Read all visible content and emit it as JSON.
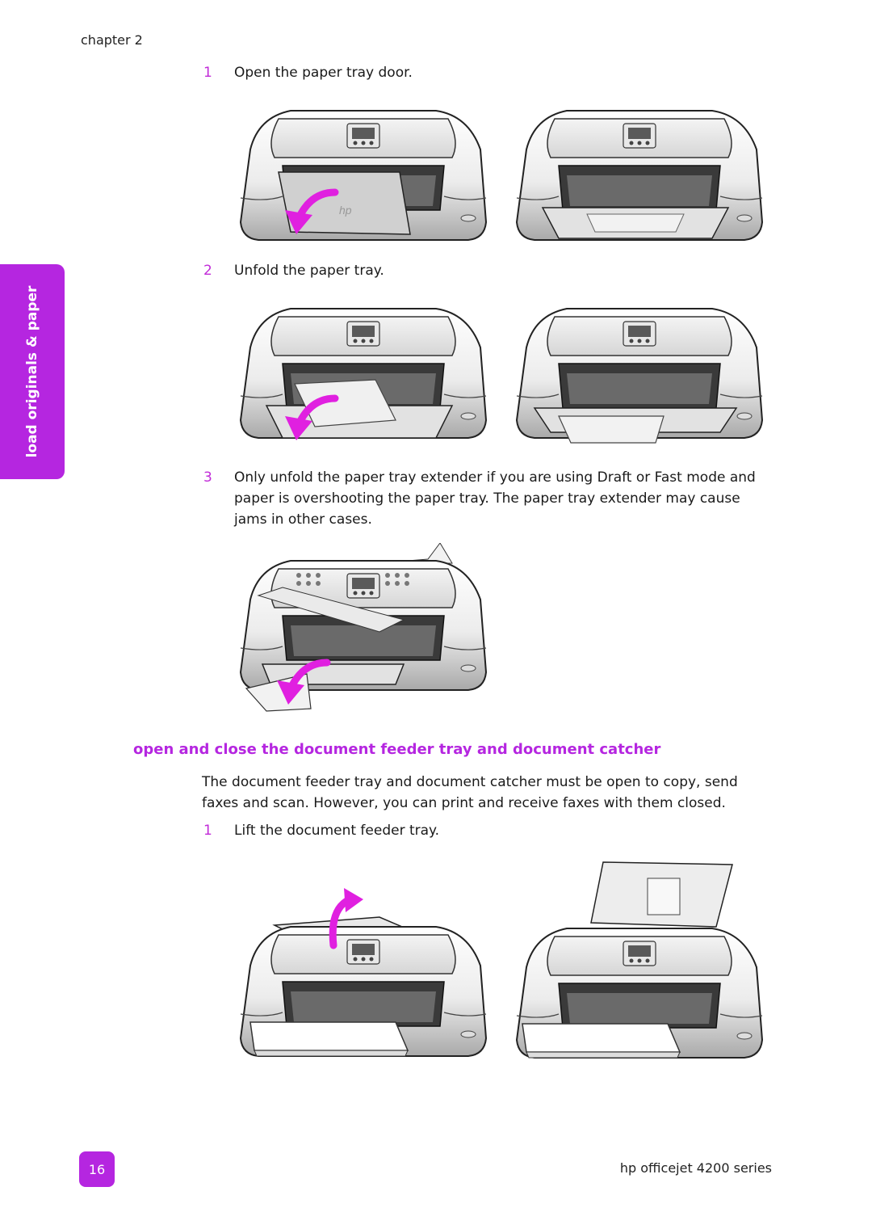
{
  "header": {
    "chapter": "chapter 2"
  },
  "side_tab": {
    "label": "load originals & paper"
  },
  "steps_a": [
    {
      "num": "1",
      "text": "Open the paper tray door."
    },
    {
      "num": "2",
      "text": "Unfold the paper tray."
    },
    {
      "num": "3",
      "text": "Only unfold the paper tray extender if you are using Draft or Fast mode and paper is overshooting the paper tray. The paper tray extender may cause jams in other cases."
    }
  ],
  "section": {
    "heading": "open and close the document feeder tray and document catcher",
    "paragraph": "The document feeder tray and document catcher must be open to copy, send faxes and scan. However, you can print and receive faxes with them closed.",
    "step": {
      "num": "1",
      "text": "Lift the document feeder tray."
    }
  },
  "logo_text": "hp",
  "footer": {
    "page": "16",
    "product": "hp officejet 4200 series"
  },
  "colors": {
    "accent": "#b526e0",
    "arrow": "#e020e0"
  }
}
